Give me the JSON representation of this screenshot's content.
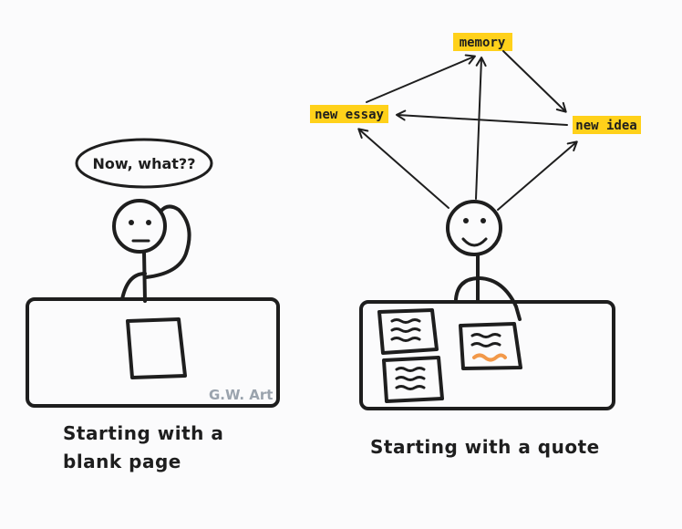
{
  "left": {
    "speech": "Now, what??",
    "caption_line1": "Starting with a",
    "caption_line2": "blank page",
    "watermark": "G.W. Art"
  },
  "right": {
    "caption": "Starting with a quote",
    "nodes": {
      "memory": "memory",
      "new_essay": "new essay",
      "new_idea": "new idea"
    }
  },
  "colors": {
    "highlight": "#ffd11a",
    "ink": "#1e1e1e",
    "accent_scribble": "#f2994a",
    "watermark": "#9aa3ad"
  }
}
